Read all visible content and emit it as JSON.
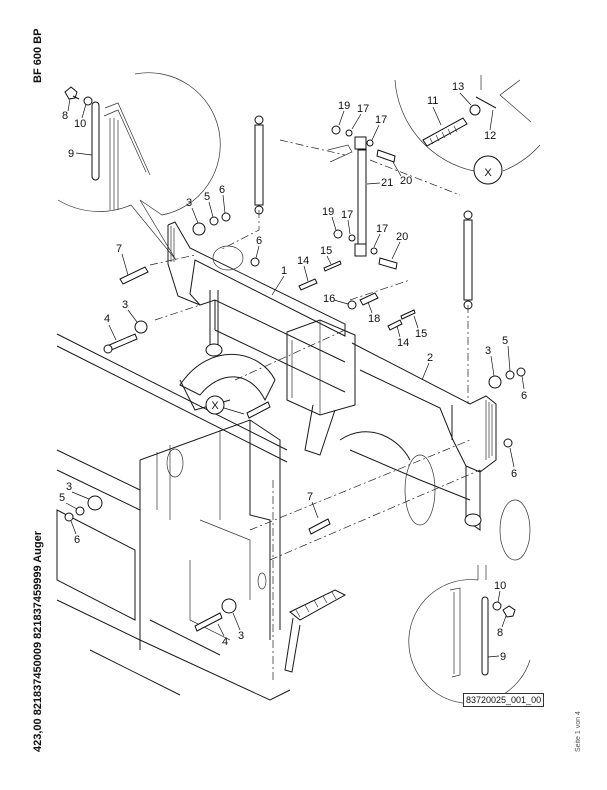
{
  "header": {
    "title": "BF 600 BP"
  },
  "side_caption": "423,00 821837450009 821837459999 Auger",
  "page_indicator": "Seite 1 von 4",
  "drawing_code": "83720025_001_00",
  "detail_marker": "X",
  "callouts": [
    {
      "id": "c8a",
      "label": "8"
    },
    {
      "id": "c10a",
      "label": "10"
    },
    {
      "id": "c9a",
      "label": "9"
    },
    {
      "id": "c3a",
      "label": "3"
    },
    {
      "id": "c5a",
      "label": "5"
    },
    {
      "id": "c6a",
      "label": "6"
    },
    {
      "id": "c6b",
      "label": "6"
    },
    {
      "id": "c7a",
      "label": "7"
    },
    {
      "id": "c3b",
      "label": "3"
    },
    {
      "id": "c4a",
      "label": "4"
    },
    {
      "id": "c1",
      "label": "1"
    },
    {
      "id": "c14a",
      "label": "14"
    },
    {
      "id": "c15a",
      "label": "15"
    },
    {
      "id": "c16",
      "label": "16"
    },
    {
      "id": "c18",
      "label": "18"
    },
    {
      "id": "c14b",
      "label": "14"
    },
    {
      "id": "c15b",
      "label": "15"
    },
    {
      "id": "c2",
      "label": "2"
    },
    {
      "id": "c19a",
      "label": "19"
    },
    {
      "id": "c17a",
      "label": "17"
    },
    {
      "id": "c17b",
      "label": "17"
    },
    {
      "id": "c20a",
      "label": "20"
    },
    {
      "id": "c21",
      "label": "21"
    },
    {
      "id": "c19b",
      "label": "19"
    },
    {
      "id": "c17c",
      "label": "17"
    },
    {
      "id": "c17d",
      "label": "17"
    },
    {
      "id": "c20b",
      "label": "20"
    },
    {
      "id": "c11",
      "label": "11"
    },
    {
      "id": "c13",
      "label": "13"
    },
    {
      "id": "c12",
      "label": "12"
    },
    {
      "id": "c3c",
      "label": "3"
    },
    {
      "id": "c5b",
      "label": "5"
    },
    {
      "id": "c6c",
      "label": "6"
    },
    {
      "id": "c6d",
      "label": "6"
    },
    {
      "id": "c3d",
      "label": "3"
    },
    {
      "id": "c5c",
      "label": "5"
    },
    {
      "id": "c6e",
      "label": "6"
    },
    {
      "id": "c7b",
      "label": "7"
    },
    {
      "id": "c3e",
      "label": "3"
    },
    {
      "id": "c4b",
      "label": "4"
    },
    {
      "id": "c10b",
      "label": "10"
    },
    {
      "id": "c8b",
      "label": "8"
    },
    {
      "id": "c9b",
      "label": "9"
    }
  ]
}
